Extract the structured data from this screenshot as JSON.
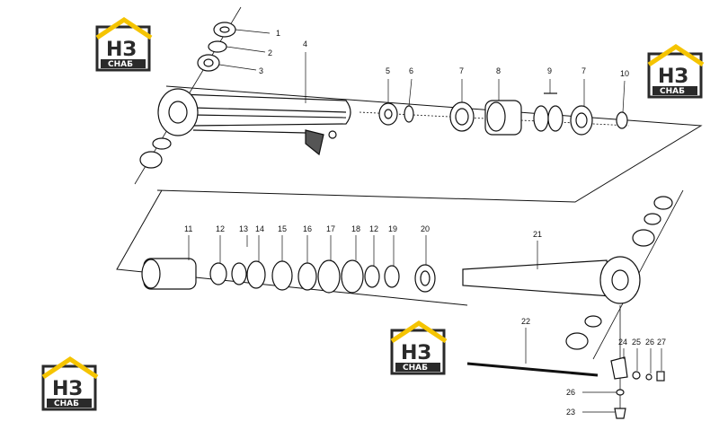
{
  "brand": {
    "logo_main": "НЗ",
    "logo_sub": "СНАБ",
    "colors": {
      "yellow": "#f5c400",
      "dark": "#2a2a2a",
      "red": "#c0392b"
    }
  },
  "callouts": {
    "c1": "1",
    "c2": "2",
    "c3": "3",
    "c4": "4",
    "c5": "5",
    "c6": "6",
    "c7a": "7",
    "c8": "8",
    "c9": "9",
    "c7b": "7",
    "c10": "10",
    "c11": "11",
    "c12a": "12",
    "c13": "13",
    "c14": "14",
    "c15": "15",
    "c16": "16",
    "c17": "17",
    "c18": "18",
    "c12b": "12",
    "c19": "19",
    "c20": "20",
    "c21": "21",
    "c22": "22",
    "c24": "24",
    "c25": "25",
    "c26a": "26",
    "c27": "27",
    "c26b": "26",
    "c23": "23"
  }
}
